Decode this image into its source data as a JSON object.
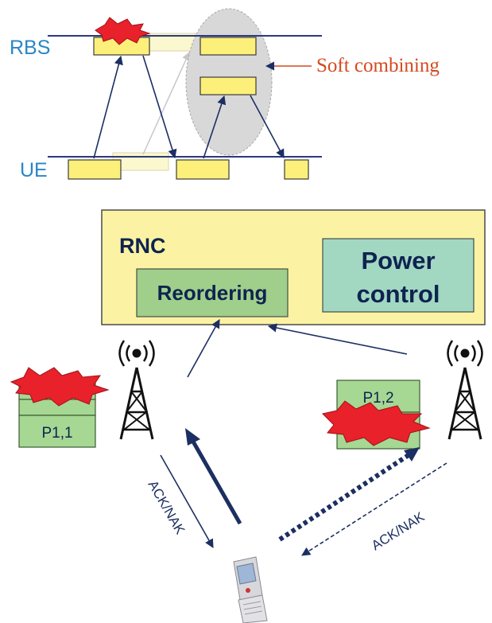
{
  "timing": {
    "rbs_label": "RBS",
    "ue_label": "UE",
    "soft_combining_label": "Soft combining"
  },
  "rnc": {
    "title": "RNC",
    "reordering_label": "Reordering",
    "power_control_line1": "Power",
    "power_control_line2": "control"
  },
  "packets": {
    "left_packet": "P1,1",
    "right_packet": "P1,2"
  },
  "links": {
    "left_ack": "ACK/NAK",
    "right_ack": "ACK/NAK"
  },
  "colors": {
    "label_blue": "#2a86c6",
    "soft_combining_red": "#d44a1f",
    "timeline": "#2c3a7c",
    "arrow_navy": "#1c2f62",
    "slot_yellow": "#fdf07a",
    "rnc_fill": "#fbf3a3",
    "reordering_fill": "#9fcf8a",
    "power_control_fill": "#a2d8c2",
    "text_navy": "#0f2350",
    "packet_fill": "#a6d793",
    "burst_red": "#e8212a"
  },
  "icons": [
    "collision-burst",
    "radio-tower",
    "mobile-phone"
  ]
}
